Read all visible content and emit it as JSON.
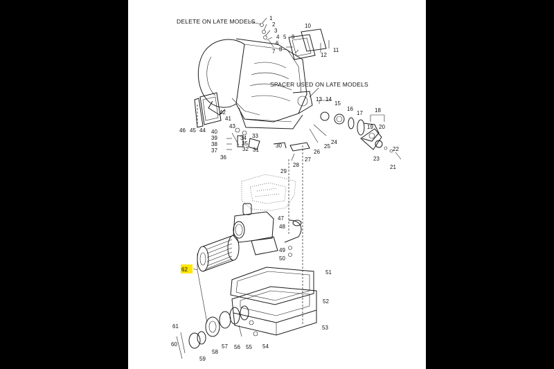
{
  "notes": {
    "delete_late": "DELETE ON LATE MODELS",
    "spacer_late": "SPACER USED ON LATE MODELS"
  },
  "highlight_color": "#ffe600",
  "highlighted_callout": "62",
  "callouts": [
    "1",
    "2",
    "3",
    "4",
    "5",
    "6",
    "7",
    "8",
    "9",
    "10",
    "11",
    "12",
    "13",
    "14",
    "15",
    "16",
    "17",
    "18",
    "19",
    "20",
    "21",
    "22",
    "23",
    "24",
    "25",
    "26",
    "27",
    "28",
    "29",
    "30",
    "31",
    "32",
    "33",
    "34",
    "35",
    "36",
    "37",
    "38",
    "39",
    "40",
    "41",
    "42",
    "43",
    "44",
    "45",
    "46",
    "47",
    "48",
    "49",
    "50",
    "51",
    "52",
    "53",
    "54",
    "55",
    "56",
    "57",
    "58",
    "59",
    "60",
    "61",
    "62"
  ]
}
